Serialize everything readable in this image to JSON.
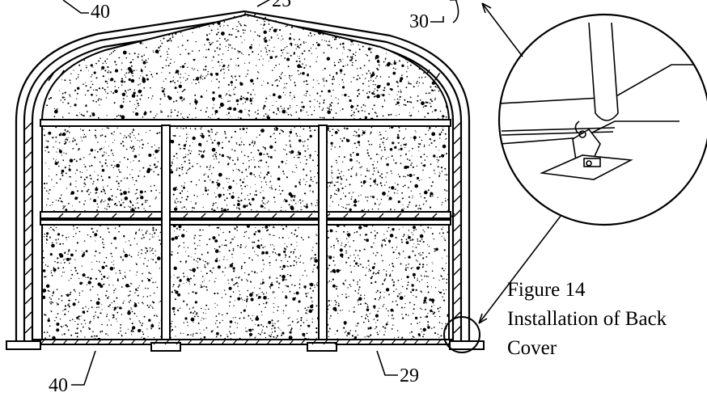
{
  "labels": {
    "top_left_40": "40",
    "top_25": "25",
    "top_right_30": "30",
    "bottom_left_40": "40",
    "bottom_right_29": "29"
  },
  "caption": {
    "line1": "Figure 14",
    "line2": "Installation of Back",
    "line3": "Cover"
  }
}
